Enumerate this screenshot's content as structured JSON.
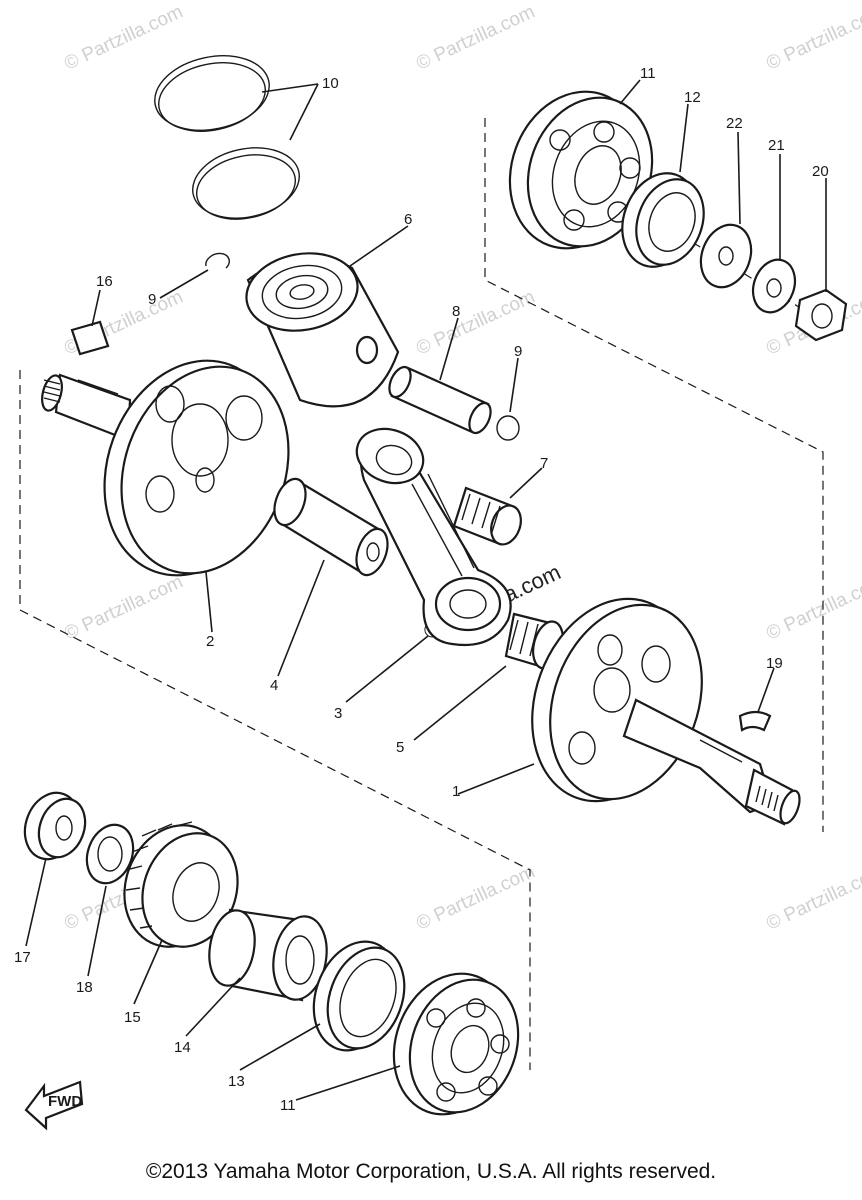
{
  "callouts": {
    "c1": "1",
    "c2": "2",
    "c3": "3",
    "c4": "4",
    "c5": "5",
    "c6": "6",
    "c7": "7",
    "c8": "8",
    "c9a": "9",
    "c9b": "9",
    "c10": "10",
    "c11a": "11",
    "c11b": "11",
    "c12": "12",
    "c13": "13",
    "c14": "14",
    "c15": "15",
    "c16": "16",
    "c17": "17",
    "c18": "18",
    "c19": "19",
    "c20": "20",
    "c21": "21",
    "c22": "22"
  },
  "fwd_label": "FWD",
  "watermark": "© Partzilla.com",
  "copyright": "©2013 Yamaha Motor Corporation, U.S.A. All rights reserved."
}
